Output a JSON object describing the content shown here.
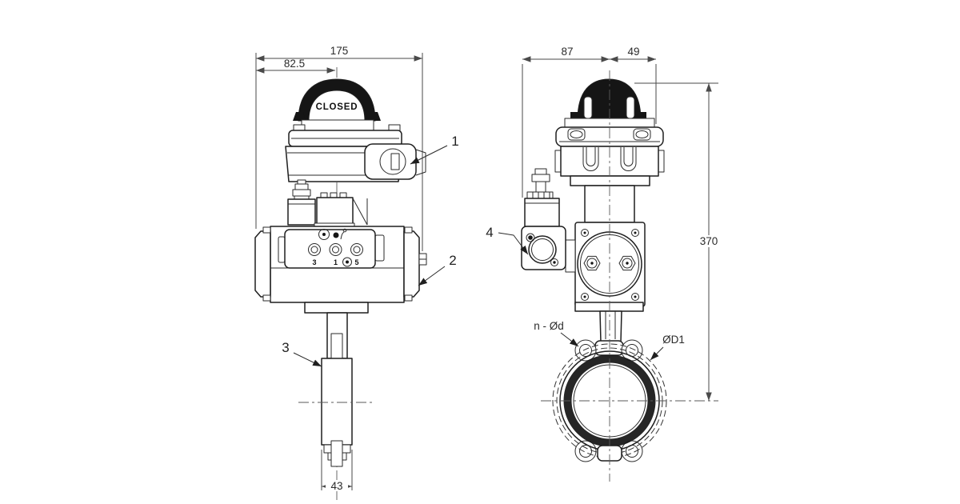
{
  "colors": {
    "ink": "#1f1f1f",
    "dim_line": "#4a4a4a",
    "dark_fill": "#151515",
    "background": "#ffffff"
  },
  "views": {
    "front": {
      "dims": {
        "overall_width": "175",
        "center_offset": "82.5",
        "valve_width": "43"
      },
      "indicator_label": "CLOSED",
      "ports": [
        "3",
        "1",
        "5"
      ],
      "callouts": {
        "limit_switch": "1",
        "actuator": "2",
        "valve": "3"
      }
    },
    "side": {
      "dims": {
        "left_of_center": "87",
        "right_of_center": "49",
        "overall_height": "370"
      },
      "callouts": {
        "solenoid": "4"
      },
      "labels": {
        "bolt_holes": "n - Ød",
        "bolt_circle": "ØD1"
      }
    }
  }
}
